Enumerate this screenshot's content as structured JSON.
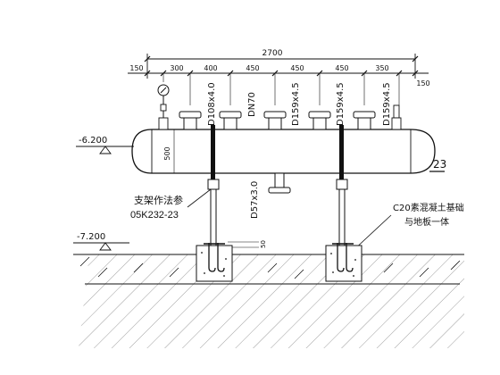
{
  "dimensions": {
    "total": "2700",
    "segments": [
      "150",
      "300",
      "400",
      "450",
      "450",
      "450",
      "350",
      "150"
    ]
  },
  "pipes": {
    "p1": "D108x4.0",
    "p2": "DN70",
    "p3": "D159x4.5",
    "p4": "D159x4.5",
    "p5": "D159x4.5",
    "drain": "D57x3.0"
  },
  "header": {
    "height": "500",
    "tag": "23"
  },
  "elevations": {
    "top": "-6.200",
    "ground": "-7.200"
  },
  "notes": {
    "support_line1": "支架作法参",
    "support_line2": "05K232-23",
    "base_line1": "C20素混凝土基础",
    "base_line2": "与地板一体"
  },
  "misc": {
    "gap": "50"
  }
}
